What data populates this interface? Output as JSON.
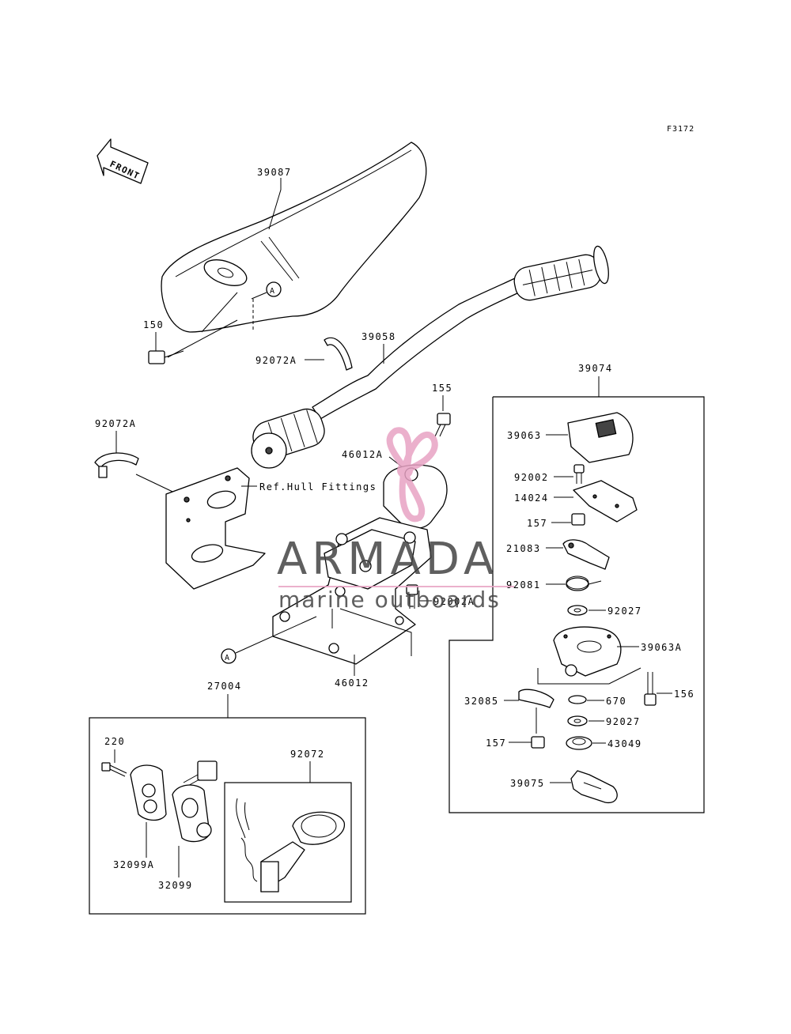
{
  "figure_code": "F3172",
  "direction_label": "FRONT",
  "reference_note": "Ref.Hull Fittings",
  "callout_letter": "A",
  "watermark": {
    "brand": "ARMADA",
    "tagline": "marine outboards",
    "brand_color": "#555555",
    "accent_color": "#e8a3c4"
  },
  "labels": {
    "l39087": "39087",
    "l150": "150",
    "l92072A_top": "92072A",
    "l39058": "39058",
    "l92072A_left": "92072A",
    "l155": "155",
    "l46012A": "46012A",
    "l92002A": "92002A",
    "l46012": "46012",
    "l39074": "39074",
    "l39063": "39063",
    "l92002": "92002",
    "l14024": "14024",
    "l157a": "157",
    "l21083": "21083",
    "l92081": "92081",
    "l92027a": "92027",
    "l39063A": "39063A",
    "l156": "156",
    "l32085": "32085",
    "l670": "670",
    "l92027b": "92027",
    "l157b": "157",
    "l43049": "43049",
    "l39075": "39075",
    "l27004": "27004",
    "l220": "220",
    "l92072": "92072",
    "l32099A": "32099A",
    "l32099": "32099"
  }
}
